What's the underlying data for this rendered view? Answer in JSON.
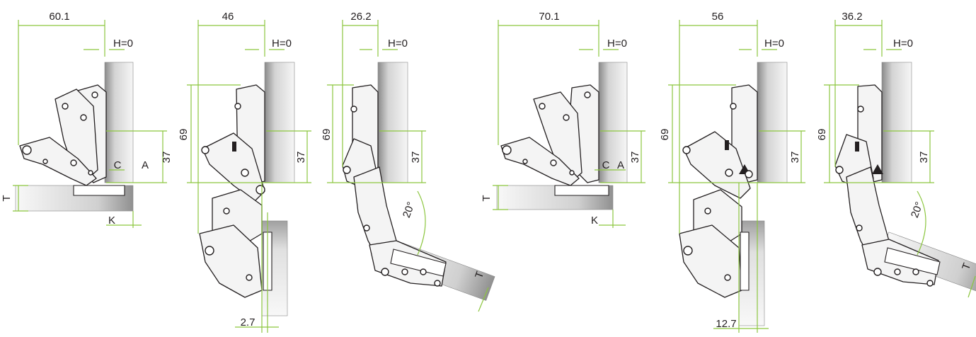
{
  "figures": [
    {
      "width_dim": "60.1",
      "h_label": "H=0",
      "height_dim": "37",
      "c_label": "C",
      "a_label": "A",
      "t_label": "T",
      "k_label": "K"
    },
    {
      "width_dim": "46",
      "h_label": "H=0",
      "height_dim": "37",
      "tall_dim": "69",
      "bottom_dim": "2.7"
    },
    {
      "width_dim": "26.2",
      "h_label": "H=0",
      "height_dim": "37",
      "tall_dim": "69",
      "angle_label": "20°",
      "t_label": "T"
    },
    {
      "width_dim": "70.1",
      "h_label": "H=0",
      "height_dim": "37",
      "c_label": "C",
      "a_label": "A",
      "t_label": "T",
      "k_label": "K"
    },
    {
      "width_dim": "56",
      "h_label": "H=0",
      "height_dim": "37",
      "tall_dim": "69",
      "bottom_dim": "12.7"
    },
    {
      "width_dim": "36.2",
      "h_label": "H=0",
      "height_dim": "37",
      "tall_dim": "69",
      "angle_label": "20°",
      "t_label": "T"
    }
  ],
  "colors": {
    "dimension_line": "#8cc63f",
    "ink": "#231f20",
    "panel_light": "#f2f2f2",
    "panel_dark": "#8a8a8a"
  }
}
